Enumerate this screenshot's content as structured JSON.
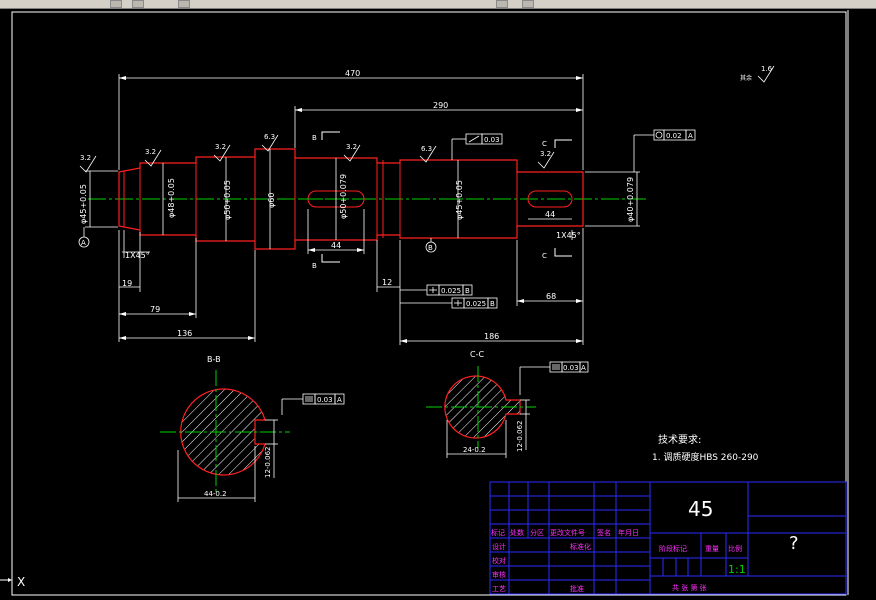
{
  "colors": {
    "background": "#000000",
    "frame": "#ffffff",
    "outline": "#ff2020",
    "center_line": "#00d000",
    "dimension": "#ffffff",
    "title_block": "#2b2bff",
    "title_text": "#ff30ff",
    "hatch": "#ffffff"
  },
  "dimensions": {
    "overall_length": "470",
    "length_290": "290",
    "length_19": "19",
    "length_79": "79",
    "length_136": "136",
    "length_12": "12",
    "length_68": "68",
    "length_186": "186",
    "keyway_44_a": "44",
    "keyway_44_b": "44",
    "chamfer_left": "1X45°",
    "chamfer_right": "1X45°",
    "dia_left_end": "φ45+0.05",
    "dia_step_1": "φ48+0.05",
    "dia_step_2": "φ50+0.05",
    "dia_collar": "φ60",
    "dia_keyway": "φ50+0.079",
    "dia_bearing": "φ45+0.05",
    "dia_right_end": "φ40+0.079"
  },
  "surface_finish": {
    "rough_1": "3.2",
    "rough_2": "3.2",
    "rough_3": "3.2",
    "rough_4": "6.3",
    "rough_5": "3.2",
    "rough_6": "6.3",
    "rough_7": "3.2",
    "general_label": "其余",
    "general_value": "1.6"
  },
  "tolerances": {
    "runout_top": "0.03",
    "runout_right": "0.02",
    "runout_right_datum": "A",
    "perp_1": "0.025",
    "perp_1_datum": "B",
    "perp_2": "0.025",
    "perp_2_datum": "B",
    "sym_bb": "0.03",
    "sym_bb_datum": "A",
    "sym_cc": "0.03",
    "sym_cc_datum": "A"
  },
  "datums": {
    "datum_a": "A",
    "datum_b": "B"
  },
  "sections": {
    "section_bb_title": "B-B",
    "section_cc_title": "C-C",
    "cut_b_top": "B",
    "cut_b_bottom": "B",
    "cut_c_top": "C",
    "cut_c_bottom": "C",
    "bb_width": "44-0.2",
    "bb_depth": "12-0.062",
    "cc_width": "24-0.2",
    "cc_depth": "12-0.062"
  },
  "notes": {
    "heading": "技术要求:",
    "item_1": "1. 调质硬度HBS  260-290"
  },
  "title_block": {
    "material": "45",
    "drawing_name": "?",
    "scale": "1:1",
    "header_cells": [
      "标记",
      "处数",
      "分区",
      "更改文件号",
      "签名",
      "年月日"
    ],
    "role_design": "设计",
    "role_check": "校对",
    "role_review": "审核",
    "role_process": "工艺",
    "std": "标准化",
    "approve": "批准",
    "stage_mark": "阶段标记",
    "weight": "重量",
    "ratio": "比例",
    "sheet_info": "共  张  第  张"
  },
  "ucs_label": "X"
}
